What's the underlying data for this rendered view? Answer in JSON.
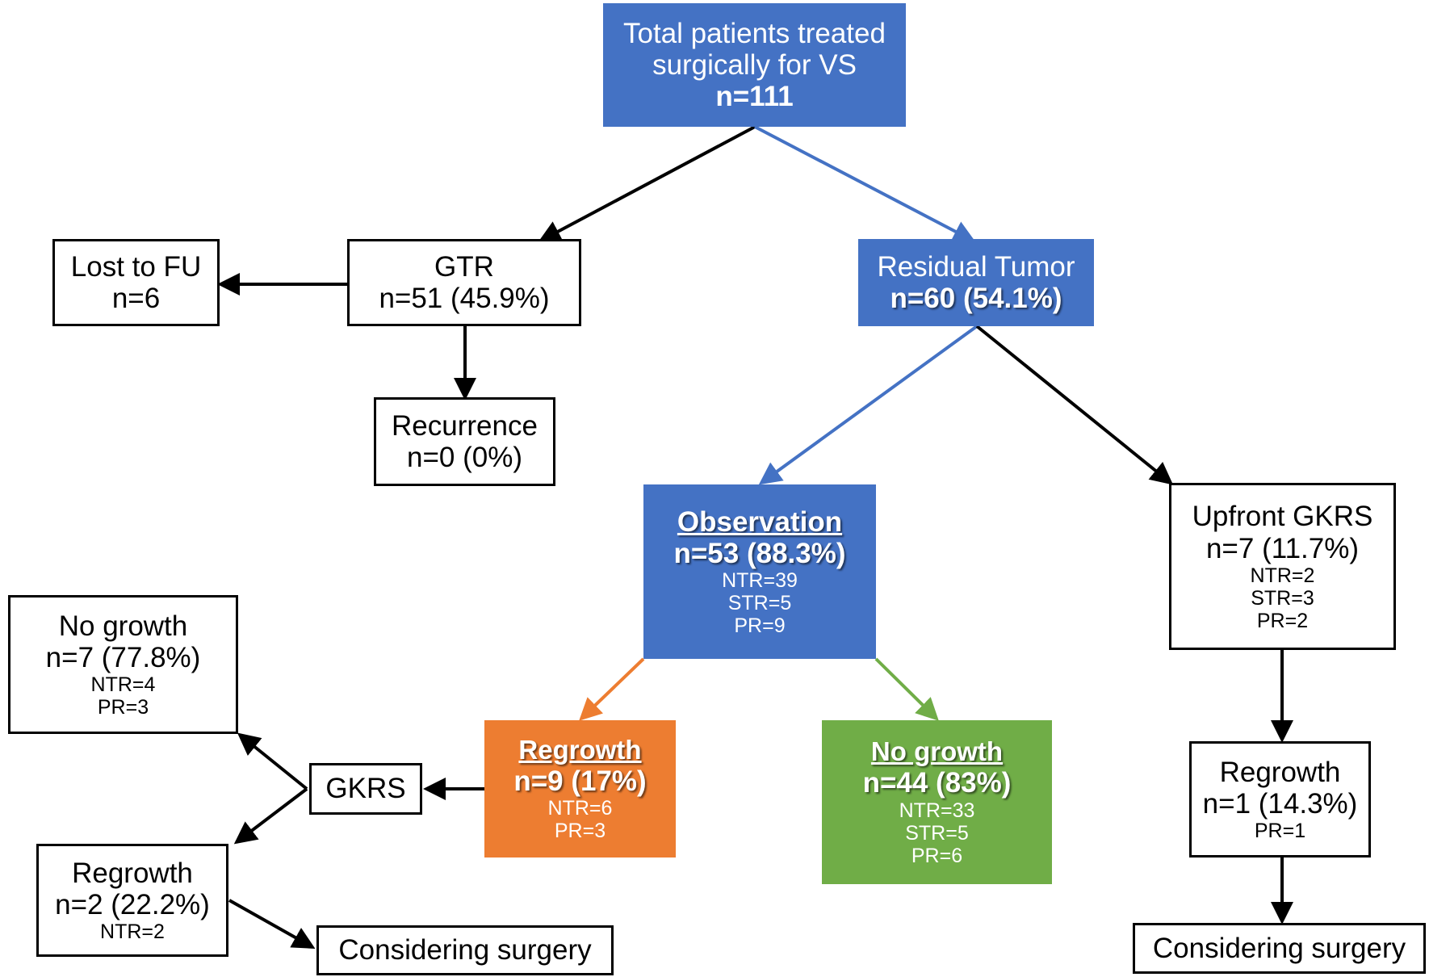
{
  "colors": {
    "blue": "#4472c4",
    "orange": "#ed7d31",
    "green": "#70ad47",
    "black": "#000000"
  },
  "nodes": {
    "total": {
      "line1": "Total patients treated",
      "line2": "surgically for VS",
      "n": "n=111"
    },
    "lost": {
      "label": "Lost to FU",
      "n": "n=6"
    },
    "gtr": {
      "label": "GTR",
      "n": "n=51 (45.9%)"
    },
    "recurrence": {
      "label": "Recurrence",
      "n": "n=0 (0%)"
    },
    "residual": {
      "label": "Residual Tumor",
      "n": "n=60 (54.1%)"
    },
    "observation": {
      "label": "Observation",
      "n": "n=53 (88.3%)",
      "ntr": "NTR=39",
      "str": "STR=5",
      "pr": "PR=9"
    },
    "upfront": {
      "label": "Upfront GKRS",
      "n": "n=7 (11.7%)",
      "ntr": "NTR=2",
      "str": "STR=3",
      "pr": "PR=2"
    },
    "nogrowth_left": {
      "label": "No growth",
      "n": "n=7 (77.8%)",
      "ntr": "NTR=4",
      "pr": "PR=3"
    },
    "gkrs": {
      "label": "GKRS"
    },
    "regrowth_orange": {
      "label": "Regrowth",
      "n": "n=9 (17%)",
      "ntr": "NTR=6",
      "pr": "PR=3"
    },
    "nogrowth_green": {
      "label": "No growth",
      "n": "n=44 (83%)",
      "ntr": "NTR=33",
      "str": "STR=5",
      "pr": "PR=6"
    },
    "regrowth_left": {
      "label": "Regrowth",
      "n": "n=2 (22.2%)",
      "ntr": "NTR=2"
    },
    "considering_left": {
      "label": "Considering surgery"
    },
    "regrowth_right": {
      "label": "Regrowth",
      "n": "n=1 (14.3%)",
      "pr": "PR=1"
    },
    "considering_right": {
      "label": "Considering surgery"
    }
  }
}
